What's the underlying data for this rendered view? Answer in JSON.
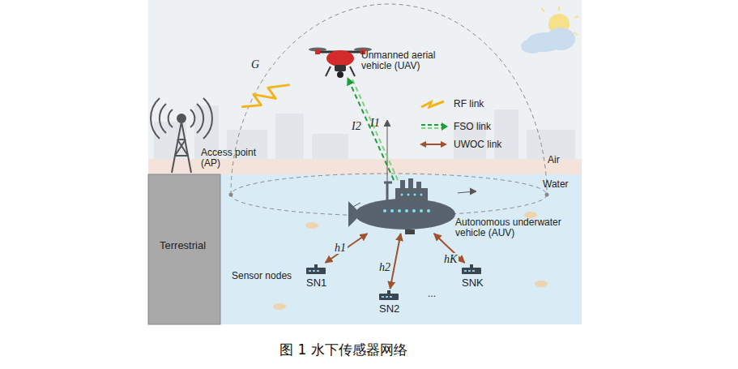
{
  "diagram": {
    "caption": "图 1 水下传感器网络",
    "nodes": [
      {
        "text": [
          "Access point (AP)"
        ]
      },
      {
        "text": [
          "Unmanned aerial vehicle (UAV)"
        ]
      },
      {
        "text": [
          "Autonomous underwater vehicle (AUV)"
        ]
      },
      {
        "text": [
          "SN1"
        ]
      },
      {
        "text": [
          "SN2"
        ]
      },
      {
        "text": [
          "SNK"
        ]
      }
    ],
    "edges": [
      {
        "from": 0,
        "to": 1,
        "label": "G",
        "arrow": "none"
      },
      {
        "from": 2,
        "to": 1,
        "label": "I2",
        "arrow": "to"
      },
      {
        "from": 2,
        "to": 3,
        "label": "h1",
        "arrow": "both"
      },
      {
        "from": 2,
        "to": 4,
        "label": "h2",
        "arrow": "both"
      },
      {
        "from": 2,
        "to": 5,
        "label": "hK",
        "arrow": "both"
      }
    ],
    "labels": [
      "I1",
      "Sensor nodes",
      "...",
      "Air",
      "Water",
      "Terrestrial"
    ],
    "legend": [
      {
        "text": "RF link"
      },
      {
        "text": "FSO link"
      },
      {
        "text": "UWOC link"
      }
    ]
  }
}
